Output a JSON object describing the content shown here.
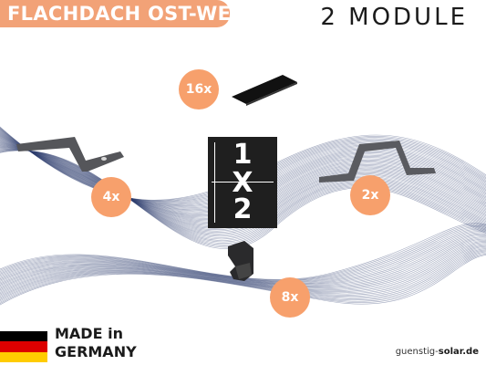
{
  "header": {
    "title": "FLACHDACH OST-WEST",
    "modules": "2 MODULE"
  },
  "ratio": {
    "top": "1",
    "middle": "X",
    "bottom": "2"
  },
  "badges": {
    "pad": "16x",
    "plate": "4x",
    "clamp": "2x",
    "clip": "8x"
  },
  "footer": {
    "made_line1": "MADE in",
    "made_line2": "GERMANY",
    "brand_prefix": "guenstig-",
    "brand_bold": "solar.de"
  },
  "colors": {
    "accent": "#f7a06c",
    "title_bg": "#f2a277",
    "dark": "#1f1f1f",
    "flag_black": "#000000",
    "flag_red": "#dd0000",
    "flag_gold": "#ffcc00"
  }
}
